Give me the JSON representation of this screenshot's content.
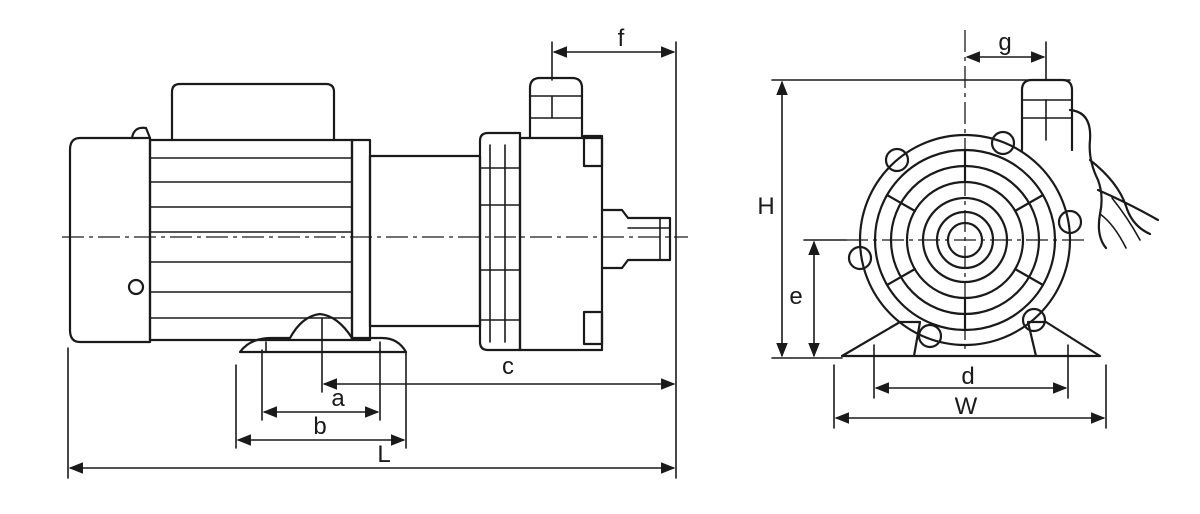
{
  "dimensions": {
    "f": "f",
    "g": "g",
    "H": "H",
    "e": "e",
    "c": "c",
    "a": "a",
    "b": "b",
    "L": "L",
    "d": "d",
    "W": "W"
  },
  "views": {
    "side": "side-view",
    "front": "front-view"
  },
  "colors": {
    "line": "#1a1a1a",
    "background": "#ffffff"
  }
}
